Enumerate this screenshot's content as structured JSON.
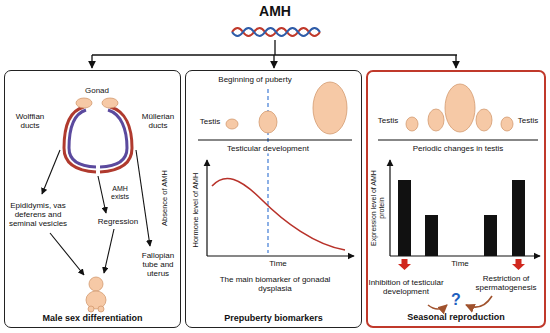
{
  "diagram": {
    "title": "AMH",
    "nodes": [
      {
        "text": [
          "Male sex differentiation"
        ]
      },
      {
        "text": [
          "Prepuberty biomarkers"
        ]
      },
      {
        "text": [
          "Seasonal reproduction"
        ]
      }
    ],
    "labels": [
      "Gonad",
      "Wolffian ducts",
      "Müllerian ducts",
      "AMH exists",
      "Epididymis, vas deferens and seminal vesicles",
      "Regression",
      "Absence of AMH",
      "Fallopian tube and uterus",
      "Beginning of puberty",
      "Testis",
      "Testicular development",
      "Hormone level of AMH",
      "Time",
      "The main biomarker of gonadal dysplasia",
      "Testis",
      "Testis",
      "Periodic changes in testis",
      "Expression level of AMH protein",
      "Time",
      "Inhibition of testicular development",
      "Restriction of spermatogenesis",
      "?"
    ]
  }
}
